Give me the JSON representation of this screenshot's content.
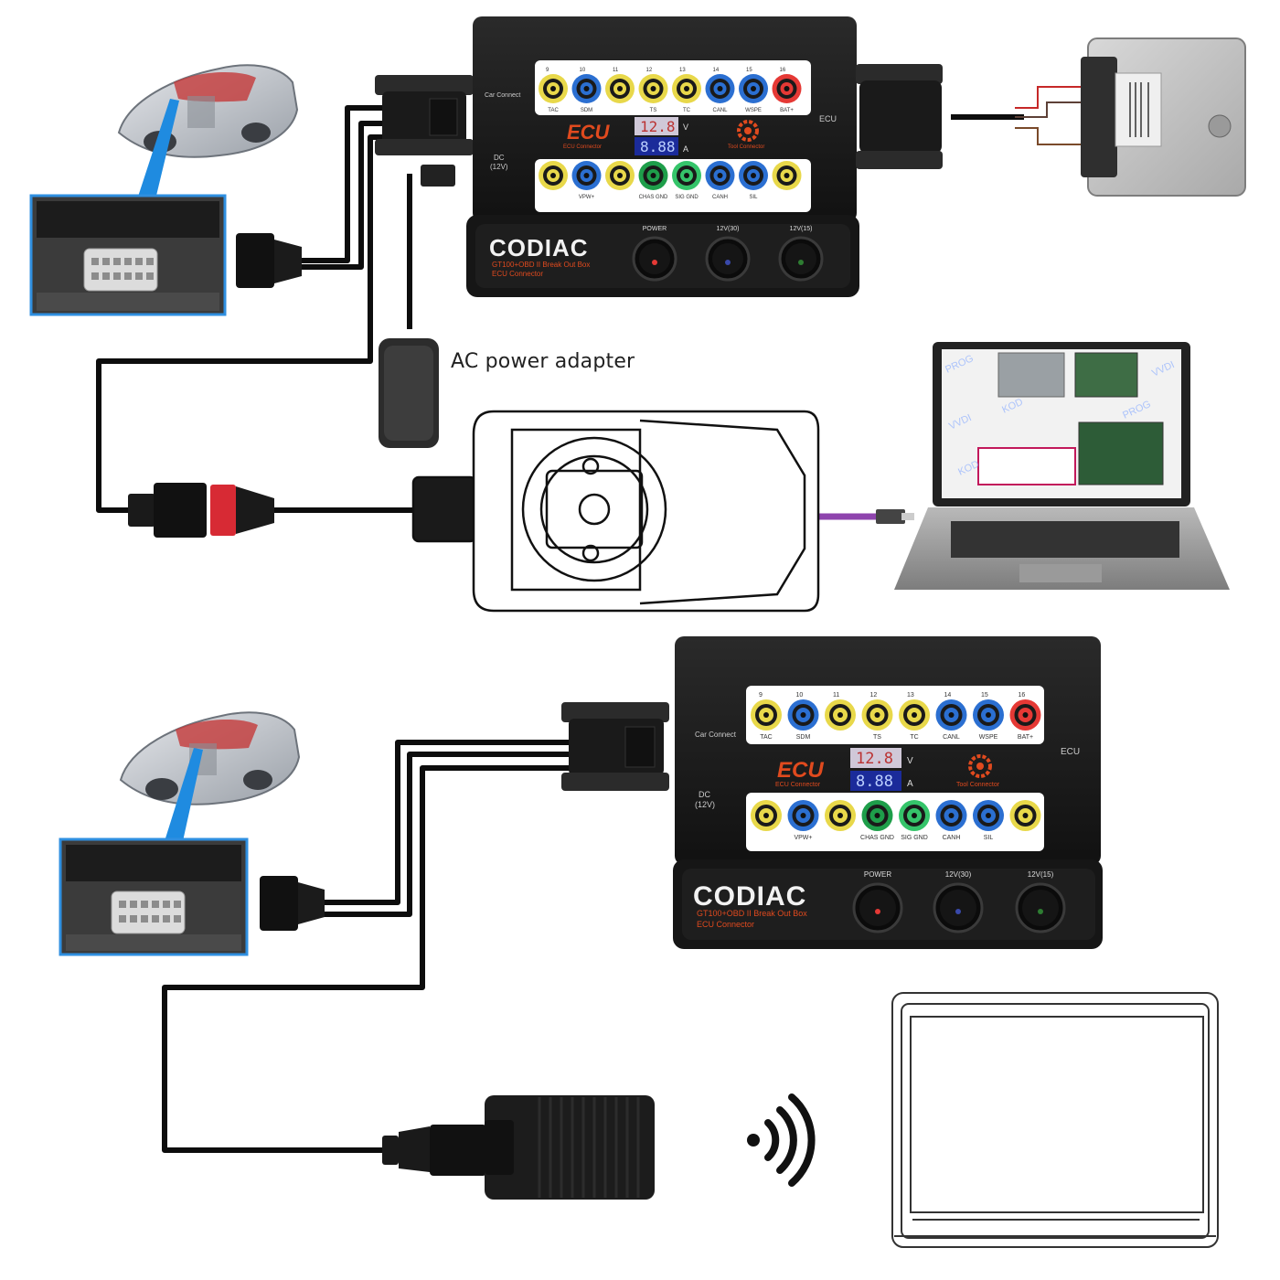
{
  "labels": {
    "ac_adapter": "AC power adapter"
  },
  "breakout_box": {
    "brand": "CODIAC",
    "model": "GT100+OBD II Break Out Box",
    "subtitle": "ECU Connector",
    "car_connect": "Car Connect",
    "dc_label": "DC",
    "dc_voltage": "(12V)",
    "ecu_port": "ECU",
    "ecu_logo": "ECU",
    "ecu_logo_sub": "ECU Connector",
    "tool_logo_sub": "Tool Connector",
    "volt_display": "12.8",
    "amp_display": "8.88",
    "volt_unit": "V",
    "amp_unit": "A",
    "switches": [
      "POWER",
      "12V(30)",
      "12V(15)"
    ],
    "top_pins": [
      "9",
      "10",
      "11",
      "12",
      "13",
      "14",
      "15",
      "16"
    ],
    "top_pin_labels": [
      "TAC",
      "SDM",
      "",
      "TS",
      "TC",
      "CANL",
      "WSPE",
      "BAT+"
    ],
    "bottom_pin_labels": [
      "",
      "VPW+",
      "",
      "CHAS GND",
      "SIG GND",
      "CANH",
      "SIL",
      ""
    ],
    "top_pin_colors": [
      "#e8d84a",
      "#2b6fd1",
      "#e8d84a",
      "#e8d84a",
      "#e8d84a",
      "#2b6fd1",
      "#2b6fd1",
      "#e53935"
    ],
    "bottom_pin_colors": [
      "#e8d84a",
      "#2b6fd1",
      "#e8d84a",
      "#1e9e4a",
      "#35c46a",
      "#2b6fd1",
      "#2b6fd1",
      "#e8d84a"
    ]
  },
  "laptop_screen": {
    "watermarks": [
      "PROG",
      "VVDI",
      "KOD"
    ]
  }
}
